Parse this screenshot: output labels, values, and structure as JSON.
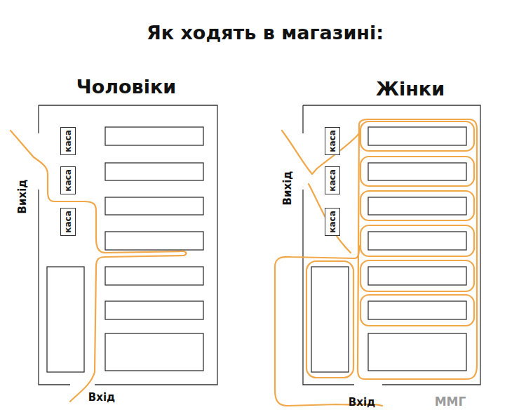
{
  "diagram": {
    "title": "Як ходять в магазині:",
    "nodes": [
      {
        "text": [
          "каса"
        ]
      },
      {
        "text": [
          "каса"
        ]
      },
      {
        "text": [
          "каса"
        ]
      },
      {
        "text": [
          "каса"
        ]
      },
      {
        "text": [
          "каса"
        ]
      },
      {
        "text": [
          "каса"
        ]
      }
    ],
    "labels": [
      "Чоловіки",
      "Жінки",
      "Вихід",
      "Вхід",
      "Вихід",
      "Вхід",
      "ММГ"
    ]
  }
}
